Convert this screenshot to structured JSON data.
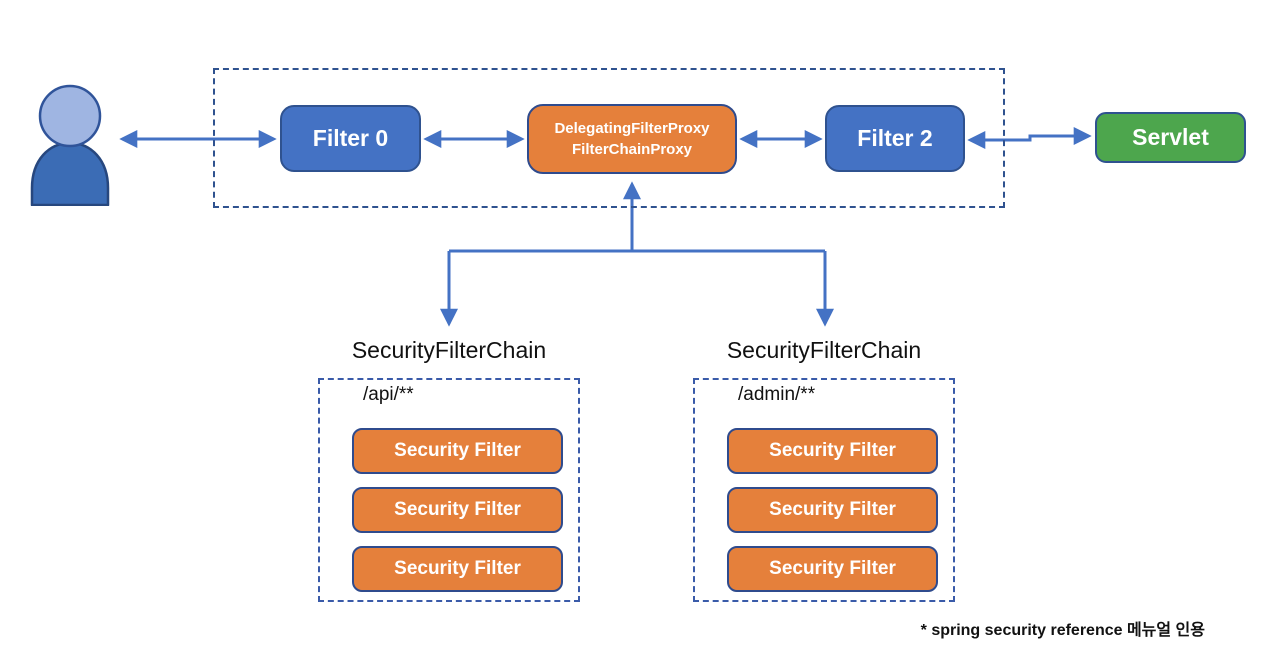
{
  "diagram": {
    "nodes": {
      "filter0": "Filter 0",
      "proxy_line1": "DelegatingFilterProxy",
      "proxy_line2": "FilterChainProxy",
      "filter2": "Filter 2",
      "servlet": "Servlet"
    },
    "chains": [
      {
        "title": "SecurityFilterChain",
        "pattern": "/api/**",
        "filters": [
          "Security Filter",
          "Security Filter",
          "Security Filter"
        ]
      },
      {
        "title": "SecurityFilterChain",
        "pattern": "/admin/**",
        "filters": [
          "Security Filter",
          "Security Filter",
          "Security Filter"
        ]
      }
    ],
    "caption": "* spring security reference 메뉴얼 인용",
    "icons": {
      "user": "user-icon"
    },
    "colors": {
      "blue_fill": "#4472C4",
      "blue_border": "#2F528F",
      "orange_fill": "#E5803B",
      "orange_border": "#2F4B8D",
      "green_fill": "#4DA64D",
      "arrow": "#4472C4",
      "head_fill": "#9FB5E2",
      "body_fill": "#3B6CB5",
      "text_dark": "#111111"
    }
  }
}
